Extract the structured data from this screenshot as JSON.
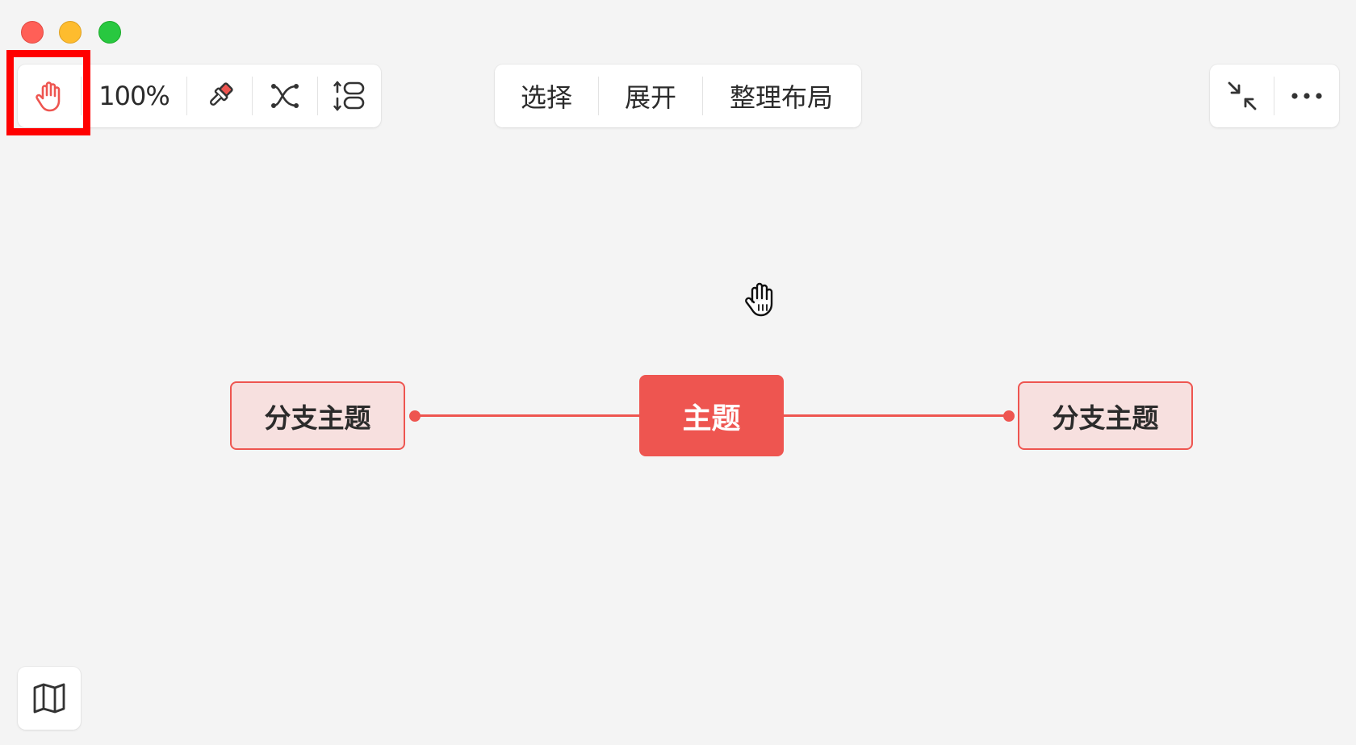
{
  "window": {
    "traffic_lights": [
      "close",
      "minimize",
      "maximize"
    ]
  },
  "toolbar_left": {
    "hand_tool_icon": "hand-icon",
    "zoom_level": "100%",
    "brush_icon": "paintbrush-icon",
    "structure_icon": "cross-arrows-icon",
    "layout_icon": "vertical-layout-icon"
  },
  "toolbar_center": {
    "select_label": "选择",
    "expand_label": "展开",
    "arrange_label": "整理布局"
  },
  "toolbar_right": {
    "collapse_icon": "collapse-arrows-icon",
    "more_icon": "more-dots-icon"
  },
  "mindmap": {
    "main_topic": "主题",
    "left_branch": "分支主题",
    "right_branch": "分支主题"
  },
  "colors": {
    "accent": "#ee5550",
    "branch_fill": "#f7e0df",
    "background": "#f4f4f4",
    "highlight": "#ff0000"
  },
  "minimap": {
    "icon": "map-icon"
  }
}
